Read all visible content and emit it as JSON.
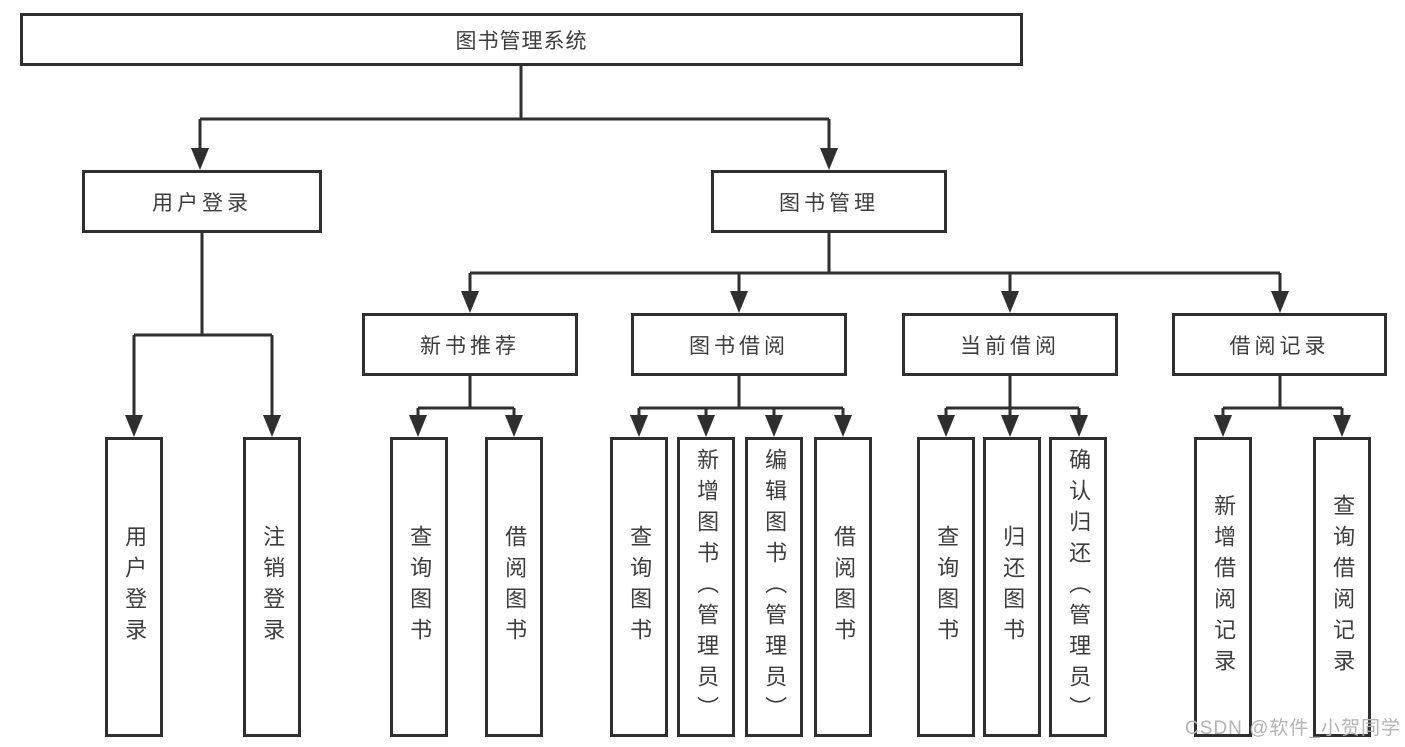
{
  "colors": {
    "line": "#2f2f2f",
    "text": "#3d3d3d",
    "box_fill": "#ffffff",
    "watermark": "#b3b3b3",
    "background": "#ffffff"
  },
  "watermark": {
    "text": "CSDN @软件_小贺同学"
  },
  "tree": {
    "root": {
      "label": "图书管理系统",
      "children": [
        {
          "label": "用户登录",
          "children": [
            {
              "label": "用户登录"
            },
            {
              "label": "注销登录"
            }
          ]
        },
        {
          "label": "图书管理",
          "children": [
            {
              "label": "新书推荐",
              "children": [
                {
                  "label": "查询图书"
                },
                {
                  "label": "借阅图书"
                }
              ]
            },
            {
              "label": "图书借阅",
              "children": [
                {
                  "label": "查询图书"
                },
                {
                  "label": "新增图书（管理员）"
                },
                {
                  "label": "编辑图书（管理员）"
                },
                {
                  "label": "借阅图书"
                }
              ]
            },
            {
              "label": "当前借阅",
              "children": [
                {
                  "label": "查询图书"
                },
                {
                  "label": "归还图书"
                },
                {
                  "label": "确认归还（管理员）"
                }
              ]
            },
            {
              "label": "借阅记录",
              "children": [
                {
                  "label": "新增借阅记录"
                },
                {
                  "label": "查询借阅记录"
                }
              ]
            }
          ]
        }
      ]
    }
  }
}
